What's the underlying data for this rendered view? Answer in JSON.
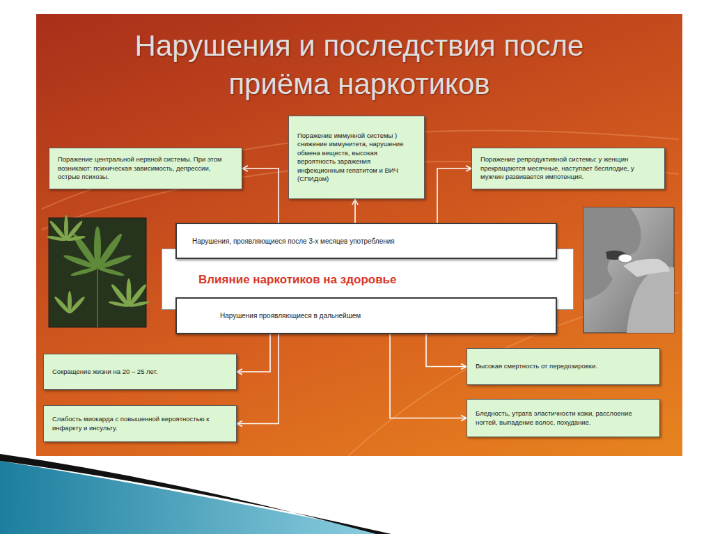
{
  "diagram": {
    "title": "Нарушения и последствия после приёма наркотиков",
    "nodes": [
      {
        "text": [
          "Поражение центральной нервной системы. При этом возникают: психическая зависимость, депрессии, острые психозы."
        ]
      },
      {
        "text": [
          "Поражение иммунной системы ) снижение иммунитета, нарушение обмена веществ, высокая вероятность заражения инфекционным гепатитом и ВИЧ (СПИДом)"
        ]
      },
      {
        "text": [
          "Поражение репродуктивной системы: у женщин прекращаются месячные, наступает бесплодие, у мужчин развивается импотенция."
        ]
      },
      {
        "text": [
          "Нарушения, проявляющиеся после 3-х месяцев употребления"
        ]
      },
      {
        "text": [
          "Влияние наркотиков на здоровье"
        ]
      },
      {
        "text": [
          "Нарушения проявляющиеся в дальнейшем"
        ]
      },
      {
        "text": [
          "Сокращение жизни на 20 – 25 лет."
        ]
      },
      {
        "text": [
          "Высокая смертность от передозировки."
        ]
      },
      {
        "text": [
          "Слабость миокарда с повышенной вероятностью к инфаркту и инсульту."
        ]
      },
      {
        "text": [
          "Бледность, утрата эластичности кожи, расслоение ногтей, выпадение волос, похудание."
        ]
      }
    ],
    "edges": [
      {
        "from": 3,
        "to": 0,
        "arrow": "to"
      },
      {
        "from": 3,
        "to": 1,
        "arrow": "to"
      },
      {
        "from": 3,
        "to": 2,
        "arrow": "to"
      },
      {
        "from": 5,
        "to": 6,
        "arrow": "to"
      },
      {
        "from": 5,
        "to": 7,
        "arrow": "to"
      },
      {
        "from": 5,
        "to": 8,
        "arrow": "to"
      },
      {
        "from": 5,
        "to": 9,
        "arrow": "to"
      }
    ]
  }
}
